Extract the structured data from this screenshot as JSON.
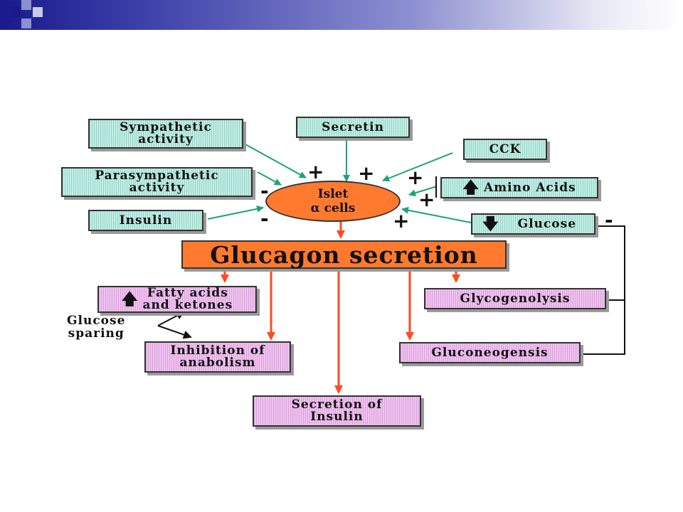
{
  "colors": {
    "header_gradient_start": "#1a1a8c",
    "stimulus_box": "#bfeee4",
    "effect_box": "#efc2ef",
    "center": "#ff7a2e",
    "green_arrow": "#1aa37a",
    "red_arrow": "#ff4a20"
  },
  "stimuli": {
    "sympathetic": "Sympathetic\nactivity",
    "secretin": "Secretin",
    "cck": "CCK",
    "parasympathetic": "Parasympathetic\nactivity",
    "amino_acids": "Amino Acids",
    "insulin": "Insulin",
    "glucose": "Glucose"
  },
  "icons": {
    "up": "up-arrow-icon",
    "down": "down-arrow-icon"
  },
  "islet": "Islet\nα cells",
  "signs": {
    "sympathetic": "+",
    "secretin": "+",
    "cck": "+",
    "parasympathetic": "-",
    "amino_acids": "+",
    "insulin": "-",
    "glucose_in": "+",
    "glucose_feedback": "-"
  },
  "center": "Glucagon secretion",
  "effects": {
    "fatty_acids": "Fatty acids\nand ketones",
    "glycogenolysis": "Glycogenolysis",
    "inhibition": "Inhibition of\nanabolism",
    "gluconeogenesis": "Gluconeogensis",
    "secretion_insulin": "Secretion of\nInsulin"
  },
  "glucose_sparing": "Glucose\nsparing"
}
